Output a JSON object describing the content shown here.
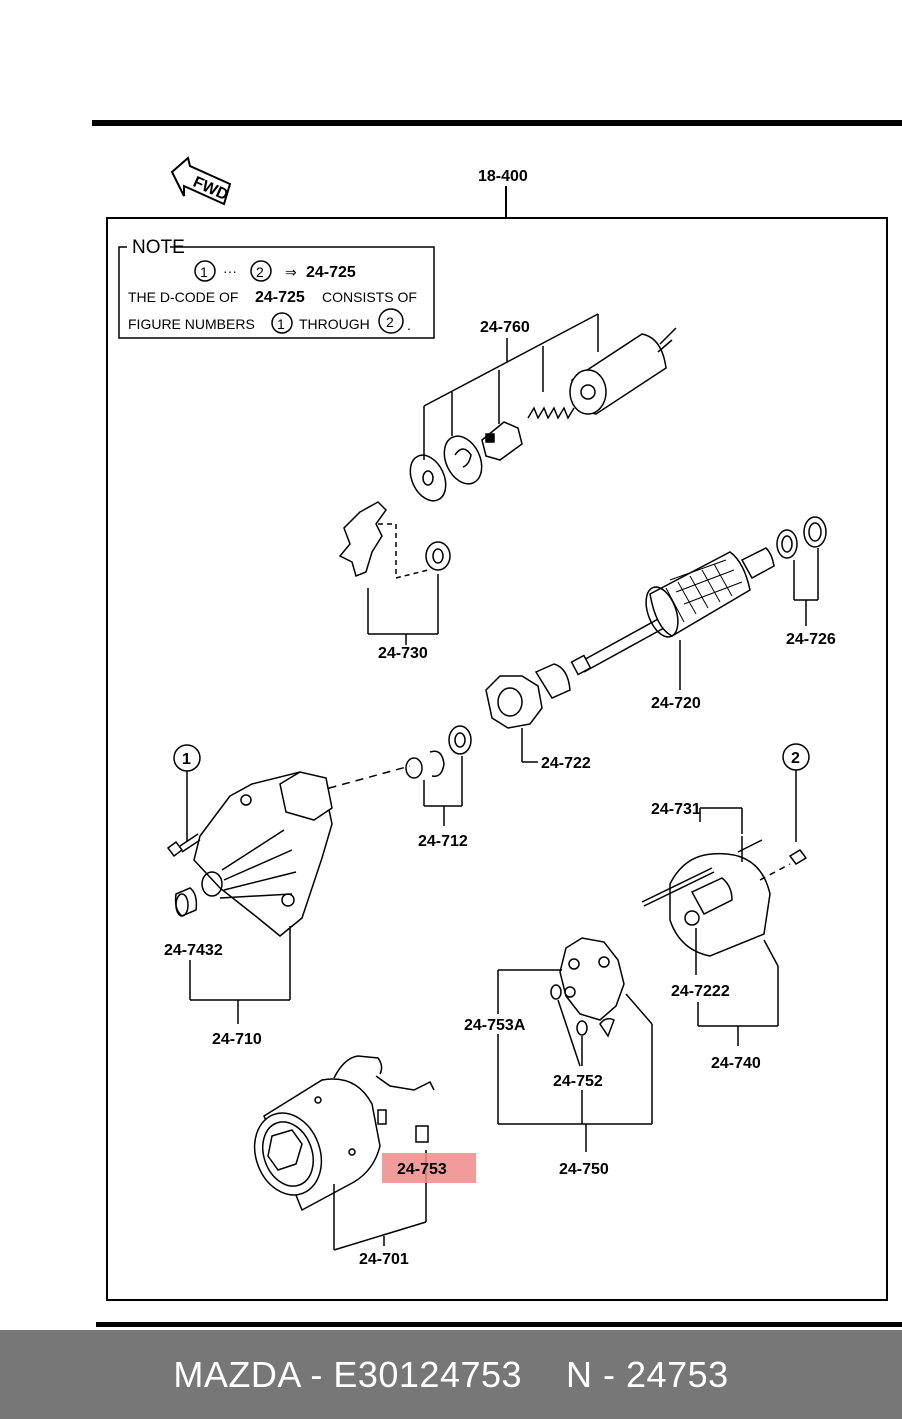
{
  "diagram": {
    "fwd_label": "FWD",
    "assembly_label": "18-400",
    "note": {
      "title": "NOTE",
      "ref_1": "1",
      "ellipsis": "···",
      "ref_2": "2",
      "arrow": "⇒",
      "code": "24-725",
      "line2_pre": "THE D-CODE OF",
      "line2_code": "24-725",
      "line2_post": "CONSISTS OF",
      "line3_pre": "FIGURE NUMBERS",
      "line3_ref1": "1",
      "line3_mid": "THROUGH",
      "line3_ref2": "2",
      "line3_end": "."
    },
    "callout_1": "1",
    "callout_2": "2",
    "part_labels": {
      "p24760": "24-760",
      "p24730": "24-730",
      "p24726": "24-726",
      "p24720": "24-720",
      "p24722": "24-722",
      "p24712": "24-712",
      "p24731": "24-731",
      "p247432": "24-7432",
      "p247222": "24-7222",
      "p24753A": "24-753A",
      "p24710": "24-710",
      "p24740": "24-740",
      "p24752": "24-752",
      "p24753": "24-753",
      "p24750": "24-750",
      "p24701": "24-701"
    },
    "highlight_color": "#f08a8a"
  },
  "footer": {
    "brand_part": "MAZDA - E30124753",
    "number": "N - 24753",
    "bg_color": "#777777"
  }
}
